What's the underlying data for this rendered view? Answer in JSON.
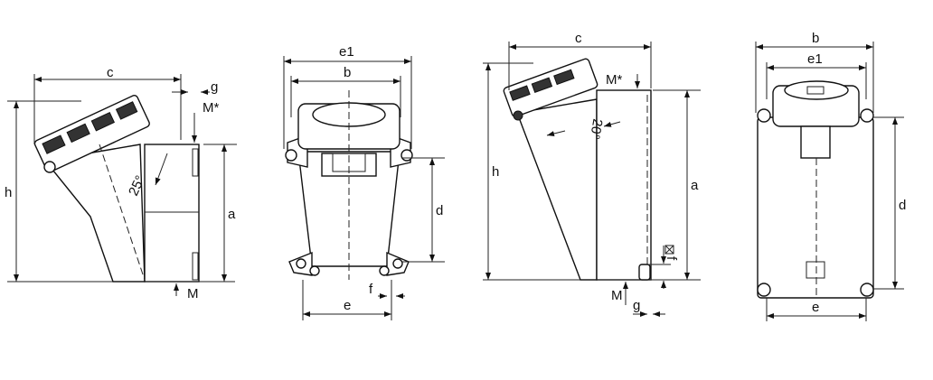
{
  "views": [
    {
      "labels": {
        "c": "c",
        "g": "g",
        "m_star": "M*",
        "h": "h",
        "a": "a",
        "angle": "25°",
        "m": "M"
      }
    },
    {
      "labels": {
        "e1": "e1",
        "b": "b",
        "d": "d",
        "e": "e",
        "f": "f"
      }
    },
    {
      "labels": {
        "c": "c",
        "m_star": "M*",
        "h": "h",
        "a": "a",
        "angle": "20°",
        "f": "f",
        "m": "M",
        "g": "g"
      }
    },
    {
      "labels": {
        "b": "b",
        "e1": "e1",
        "d": "d",
        "e": "e"
      }
    }
  ]
}
